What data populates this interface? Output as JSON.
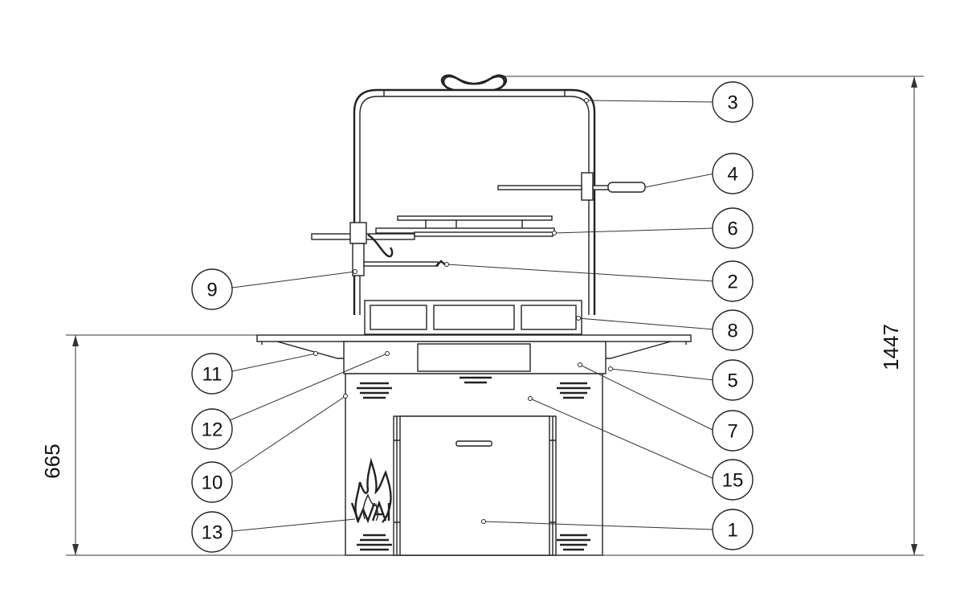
{
  "drawing": {
    "callouts": [
      "1",
      "2",
      "3",
      "4",
      "5",
      "6",
      "7",
      "8",
      "9",
      "10",
      "11",
      "12",
      "13",
      "15"
    ],
    "dimensions": {
      "total_height": "1447",
      "table_height": "665"
    }
  }
}
